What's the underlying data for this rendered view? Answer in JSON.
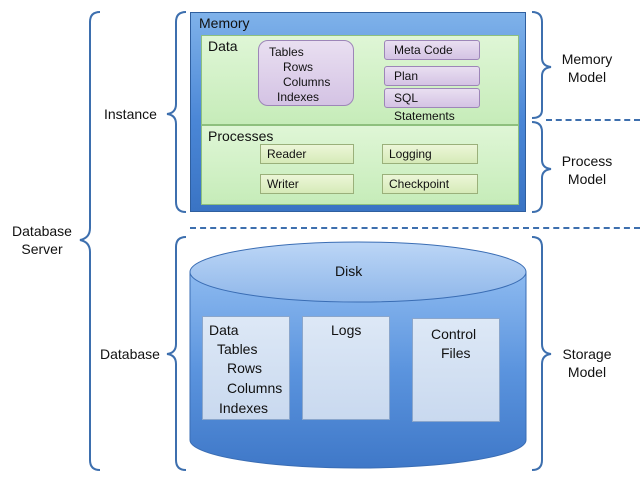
{
  "left_labels": {
    "server_line1": "Database",
    "server_line2": "Server",
    "instance": "Instance",
    "database": "Database"
  },
  "right_labels": {
    "memory_model_line1": "Memory",
    "memory_model_line2": "Model",
    "process_model_line1": "Process",
    "process_model_line2": "Model",
    "storage_model_line1": "Storage",
    "storage_model_line2": "Model"
  },
  "memory": {
    "title": "Memory",
    "data": {
      "title": "Data",
      "structure": [
        "Tables",
        "Rows",
        "Columns",
        "Indexes"
      ],
      "items": [
        "Meta Code",
        "Plan",
        "SQL Statements"
      ]
    }
  },
  "processes": {
    "title": "Processes",
    "items": [
      "Reader",
      "Logging",
      "Writer",
      "Checkpoint"
    ]
  },
  "disk": {
    "title": "Disk",
    "data_lines": [
      "Data",
      "Tables",
      "Rows",
      "Columns",
      "Indexes"
    ],
    "logs": "Logs",
    "control_line1": "Control",
    "control_line2": "Files"
  },
  "colors": {
    "memory_blue": "#4a86d6",
    "green_panel": "#c6ecb9",
    "purple_item": "#d4c3e4",
    "disk_blue": "#5b94de",
    "dashed_line": "#3d6fae"
  }
}
